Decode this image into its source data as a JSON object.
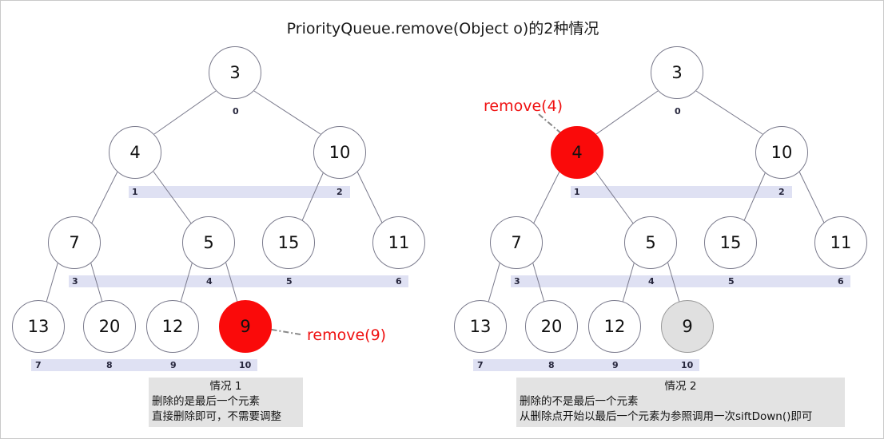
{
  "title": "PriorityQueue.remove(Object o)的2种情况",
  "colors": {
    "node_fill": "#ffffff",
    "node_stroke": "#7a7a8c",
    "highlight_bar": "#dfe1f3",
    "removed_red": "#fa0a0a",
    "moved_gray": "#e0e0e0",
    "callout_red": "#ef1111",
    "caption_bg": "#e3e3e3",
    "border": "#c9c9c9"
  },
  "left_tree": {
    "nodes": [
      {
        "value": "3",
        "index": "0",
        "state": "normal"
      },
      {
        "value": "4",
        "index": "1",
        "state": "normal"
      },
      {
        "value": "10",
        "index": "2",
        "state": "normal"
      },
      {
        "value": "7",
        "index": "3",
        "state": "normal"
      },
      {
        "value": "5",
        "index": "4",
        "state": "normal"
      },
      {
        "value": "15",
        "index": "5",
        "state": "normal"
      },
      {
        "value": "11",
        "index": "6",
        "state": "normal"
      },
      {
        "value": "13",
        "index": "7",
        "state": "normal"
      },
      {
        "value": "20",
        "index": "8",
        "state": "normal"
      },
      {
        "value": "12",
        "index": "9",
        "state": "normal"
      },
      {
        "value": "9",
        "index": "10",
        "state": "removed"
      }
    ],
    "callout": "remove(9)",
    "caption": {
      "head": "情况 1",
      "line1": "删除的是最后一个元素",
      "line2": "直接删除即可，不需要调整"
    }
  },
  "right_tree": {
    "nodes": [
      {
        "value": "3",
        "index": "0",
        "state": "normal"
      },
      {
        "value": "4",
        "index": "1",
        "state": "removed"
      },
      {
        "value": "10",
        "index": "2",
        "state": "normal"
      },
      {
        "value": "7",
        "index": "3",
        "state": "normal"
      },
      {
        "value": "5",
        "index": "4",
        "state": "normal"
      },
      {
        "value": "15",
        "index": "5",
        "state": "normal"
      },
      {
        "value": "11",
        "index": "6",
        "state": "normal"
      },
      {
        "value": "13",
        "index": "7",
        "state": "normal"
      },
      {
        "value": "20",
        "index": "8",
        "state": "normal"
      },
      {
        "value": "12",
        "index": "9",
        "state": "normal"
      },
      {
        "value": "9",
        "index": "10",
        "state": "reference"
      }
    ],
    "callout": "remove(4)",
    "caption": {
      "head": "情况 2",
      "line1": "删除的不是最后一个元素",
      "line2": "从删除点开始以最后一个元素为参照调用一次siftDown()即可"
    }
  }
}
